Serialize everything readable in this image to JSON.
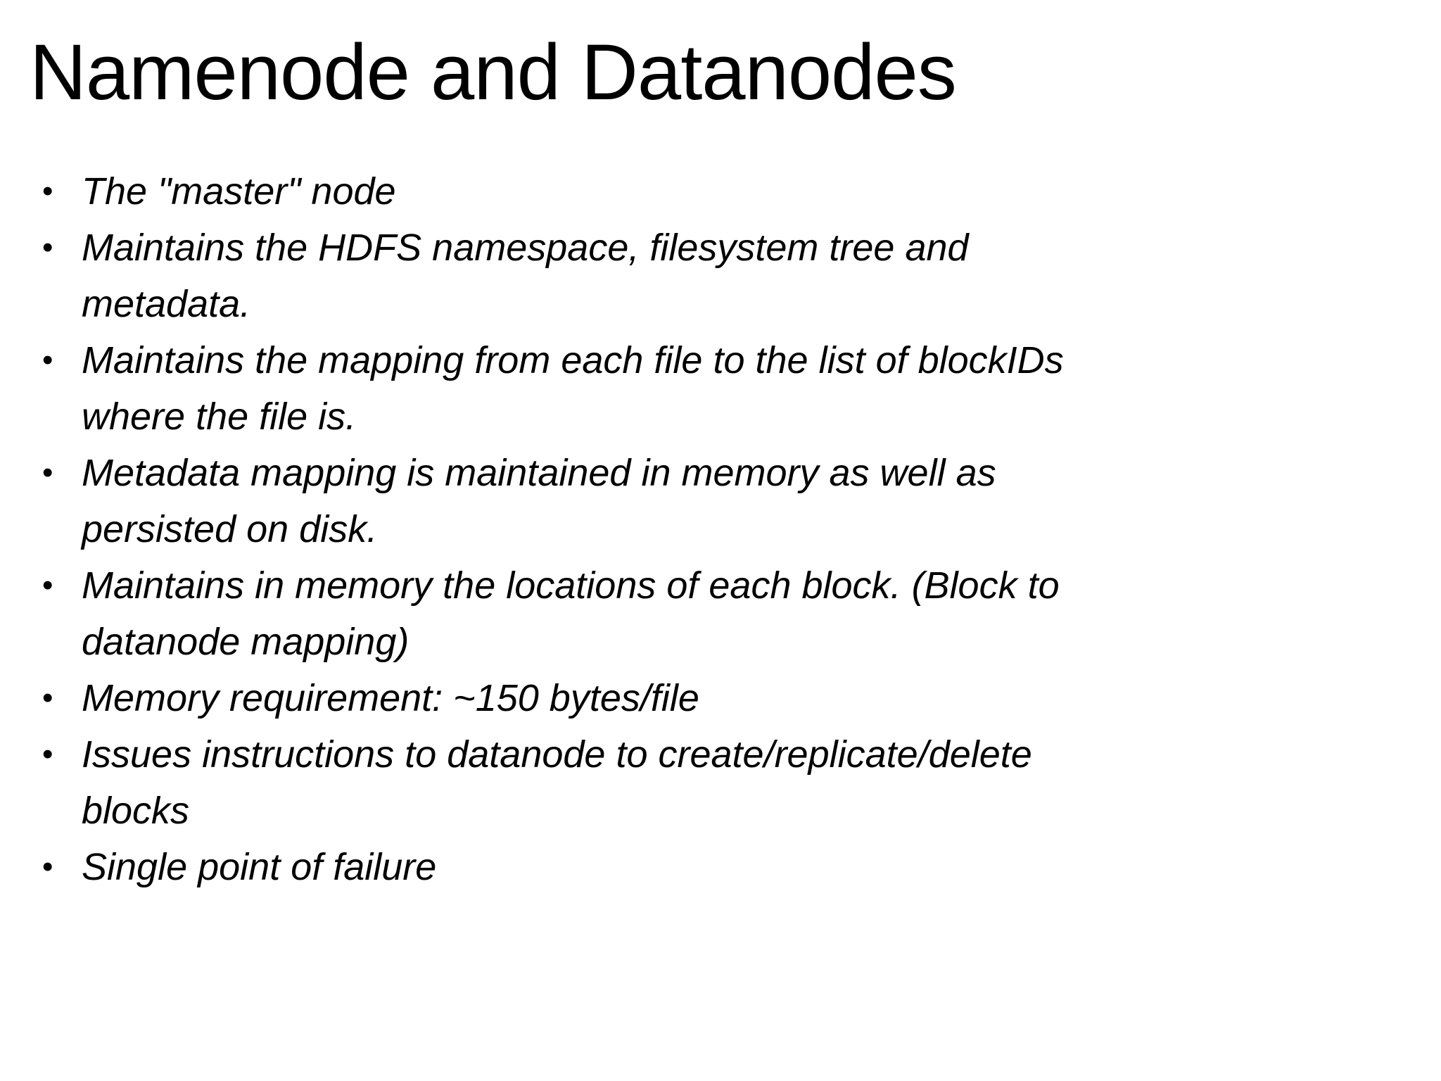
{
  "slide": {
    "title": "Namenode and Datanodes",
    "bullet_char": "•",
    "bullets": [
      "The \"master\" node",
      "Maintains the HDFS namespace, filesystem tree and metadata.",
      "Maintains the mapping from each file to the list of blockIDs where the file is.",
      "Metadata mapping is maintained in memory as well as persisted on disk.",
      "Maintains in memory the locations of each block. (Block to datanode mapping)",
      "Memory requirement: ~150 bytes/file",
      "Issues instructions to datanode to create/replicate/delete blocks",
      "Single point of failure"
    ]
  }
}
